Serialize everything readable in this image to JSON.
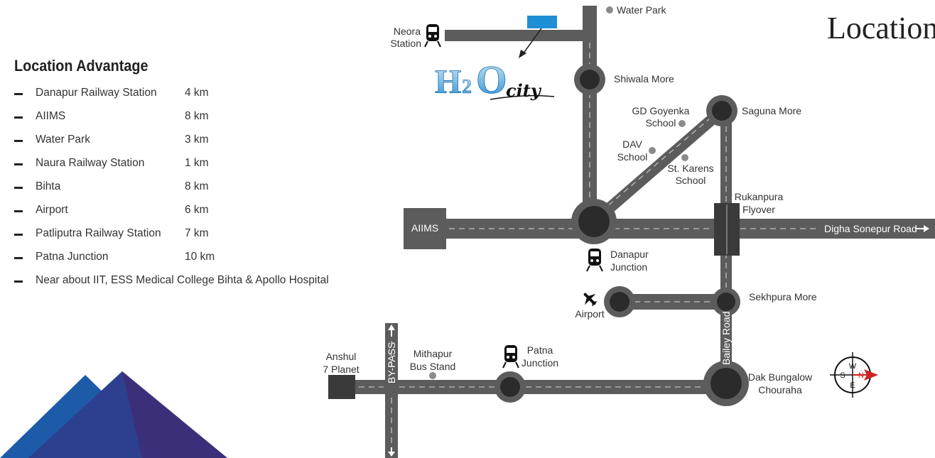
{
  "advantage": {
    "heading": "Location Advantage",
    "items": [
      {
        "name": "Danapur Railway Station",
        "distance": "4 km"
      },
      {
        "name": "AIIMS",
        "distance": "8 km"
      },
      {
        "name": "Water Park",
        "distance": "3 km"
      },
      {
        "name": "Naura Railway Station",
        "distance": "1 km"
      },
      {
        "name": "Bihta",
        "distance": "8 km"
      },
      {
        "name": "Airport",
        "distance": "6 km"
      },
      {
        "name": "Patliputra Railway Station",
        "distance": "7 km"
      },
      {
        "name": "Patna Junction",
        "distance": "10 km"
      },
      {
        "name": "Near about IIT, ESS Medical College Bihta & Apollo Hospital",
        "distance": ""
      }
    ]
  },
  "page_title": "Location",
  "map": {
    "logo": {
      "h": "H",
      "two": "2",
      "o": "O",
      "city": "city"
    },
    "labels": {
      "water_park": "Water Park",
      "neora_1": "Neora",
      "neora_2": "Station",
      "shiwala": "Shiwala More",
      "gd_goyenka_1": "GD Goyenka",
      "gd_goyenka_2": "School",
      "saguna": "Saguna More",
      "dav_1": "DAV",
      "dav_2": "School",
      "st_karens_1": "St. Karens",
      "st_karens_2": "School",
      "rukanpura_1": "Rukanpura",
      "rukanpura_2": "Flyover",
      "aiims": "AIIMS",
      "digha": "Digha Sonepur Road",
      "danapur_1": "Danapur",
      "danapur_2": "Junction",
      "airport": "Airport",
      "sekhpura": "Sekhpura More",
      "bailey": "Bailey Road",
      "anshul_1": "Anshul",
      "anshul_2": "7 Planet",
      "bypass": "BY-PASS",
      "mithapur_1": "Mithapur",
      "mithapur_2": "Bus Stand",
      "patna_1": "Patna",
      "patna_2": "Junction",
      "dak_1": "Dak Bungalow",
      "dak_2": "Chouraha"
    },
    "compass": {
      "w": "W",
      "s": "S",
      "n": "N",
      "e": "E",
      "north_color": "#d02020"
    },
    "colors": {
      "road": "#5c5c5c",
      "node_ring": "#5c5c5c",
      "node_core": "#2b2b2b",
      "dash": "#bfbfbf",
      "marker": "#1e8fd6",
      "poi_dot": "#8a8a8a"
    }
  },
  "decor": {
    "pyramid_colors": [
      "#1d5aa8",
      "#2d3f8f",
      "#3c2f7a"
    ]
  }
}
